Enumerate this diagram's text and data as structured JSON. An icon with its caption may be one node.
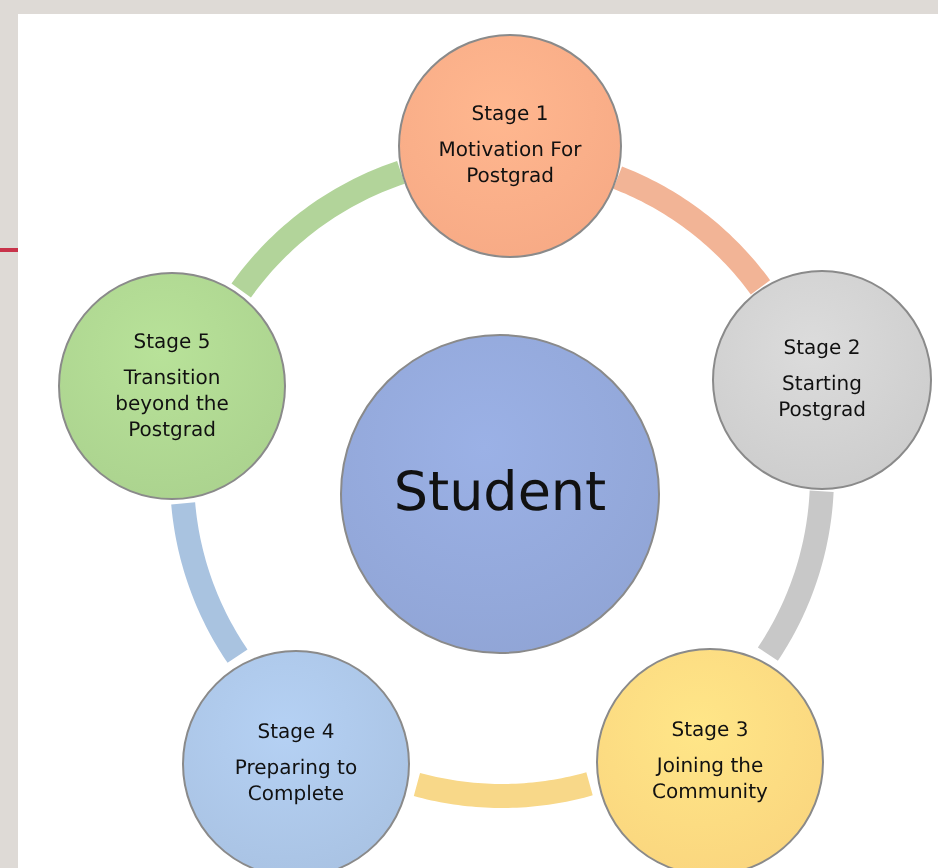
{
  "diagram": {
    "nodes": [
      {
        "text": [
          "Stage 1",
          "Motivation For Postgrad"
        ]
      },
      {
        "text": [
          "Stage 2",
          "Starting Postgrad"
        ]
      },
      {
        "text": [
          "Stage 3",
          "Joining the Community"
        ]
      },
      {
        "text": [
          "Stage 4",
          "Preparing to Complete"
        ]
      },
      {
        "text": [
          "Stage 5",
          "Transition beyond the Postgrad"
        ]
      },
      {
        "text": [
          "Student"
        ]
      }
    ],
    "edges": [
      {
        "from": 0,
        "to": 1,
        "arrow": "none",
        "color": "#f2b496"
      },
      {
        "from": 1,
        "to": 2,
        "arrow": "none",
        "color": "#c8c8c8"
      },
      {
        "from": 2,
        "to": 3,
        "arrow": "none",
        "color": "#f8d889"
      },
      {
        "from": 3,
        "to": 4,
        "arrow": "none",
        "color": "#a9c3e0"
      },
      {
        "from": 4,
        "to": 0,
        "arrow": "none",
        "color": "#b2d49a"
      }
    ]
  }
}
